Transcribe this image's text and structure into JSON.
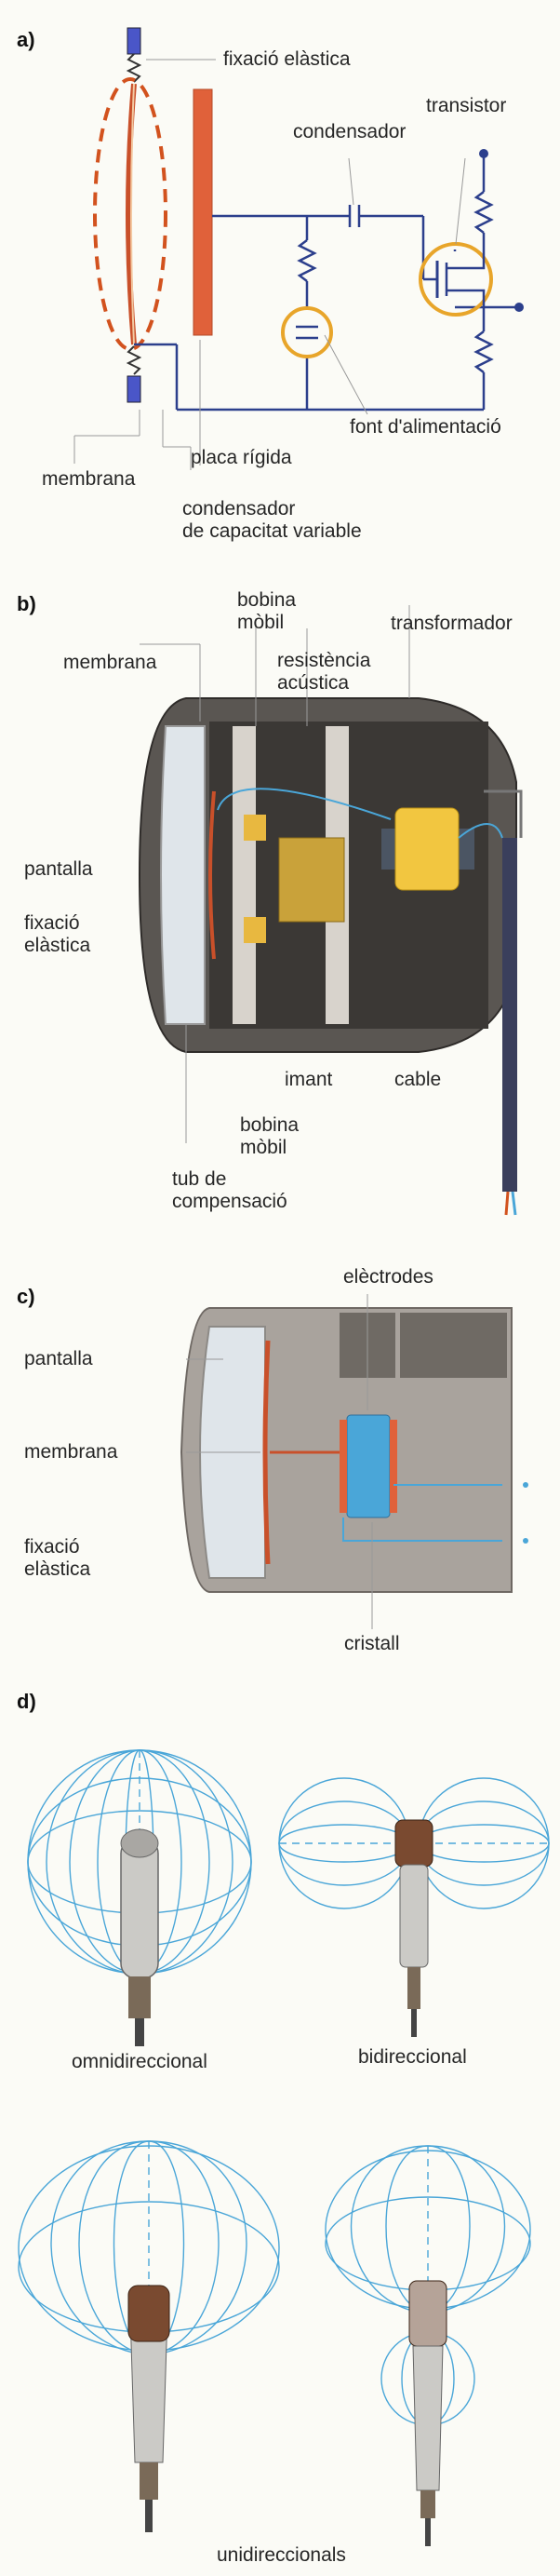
{
  "a": {
    "section": "a)",
    "fixacio": "fixació elàstica",
    "transistor": "transistor",
    "condensador": "condensador",
    "font": "font d'alimentació",
    "placa": "placa rígida",
    "membrana": "membrana",
    "cond_var_1": "condensador",
    "cond_var_2": "de capacitat variable"
  },
  "b": {
    "section": "b)",
    "bobina_top_1": "bobina",
    "bobina_top_2": "mòbil",
    "transformador": "transformador",
    "membrana": "membrana",
    "resistencia_1": "resistència",
    "resistencia_2": "acústica",
    "pantalla": "pantalla",
    "fixacio_1": "fixació",
    "fixacio_2": "elàstica",
    "imant": "imant",
    "cable": "cable",
    "bobina_bot_1": "bobina",
    "bobina_bot_2": "mòbil",
    "tub_1": "tub de",
    "tub_2": "compensació"
  },
  "c": {
    "section": "c)",
    "electrodes": "elèctrodes",
    "pantalla": "pantalla",
    "membrana": "membrana",
    "fixacio_1": "fixació",
    "fixacio_2": "elàstica",
    "cristall": "cristall"
  },
  "d": {
    "section": "d)",
    "omni": "omnidireccional",
    "bi": "bidireccional",
    "uni": "unidireccionals"
  },
  "colors": {
    "wire": "#2c3f8c",
    "membrane": "#d2521e",
    "plate": "#e0613a",
    "body": "#5a5652",
    "pattern": "#4aa6d8",
    "capacitor": "#e8a52a"
  }
}
